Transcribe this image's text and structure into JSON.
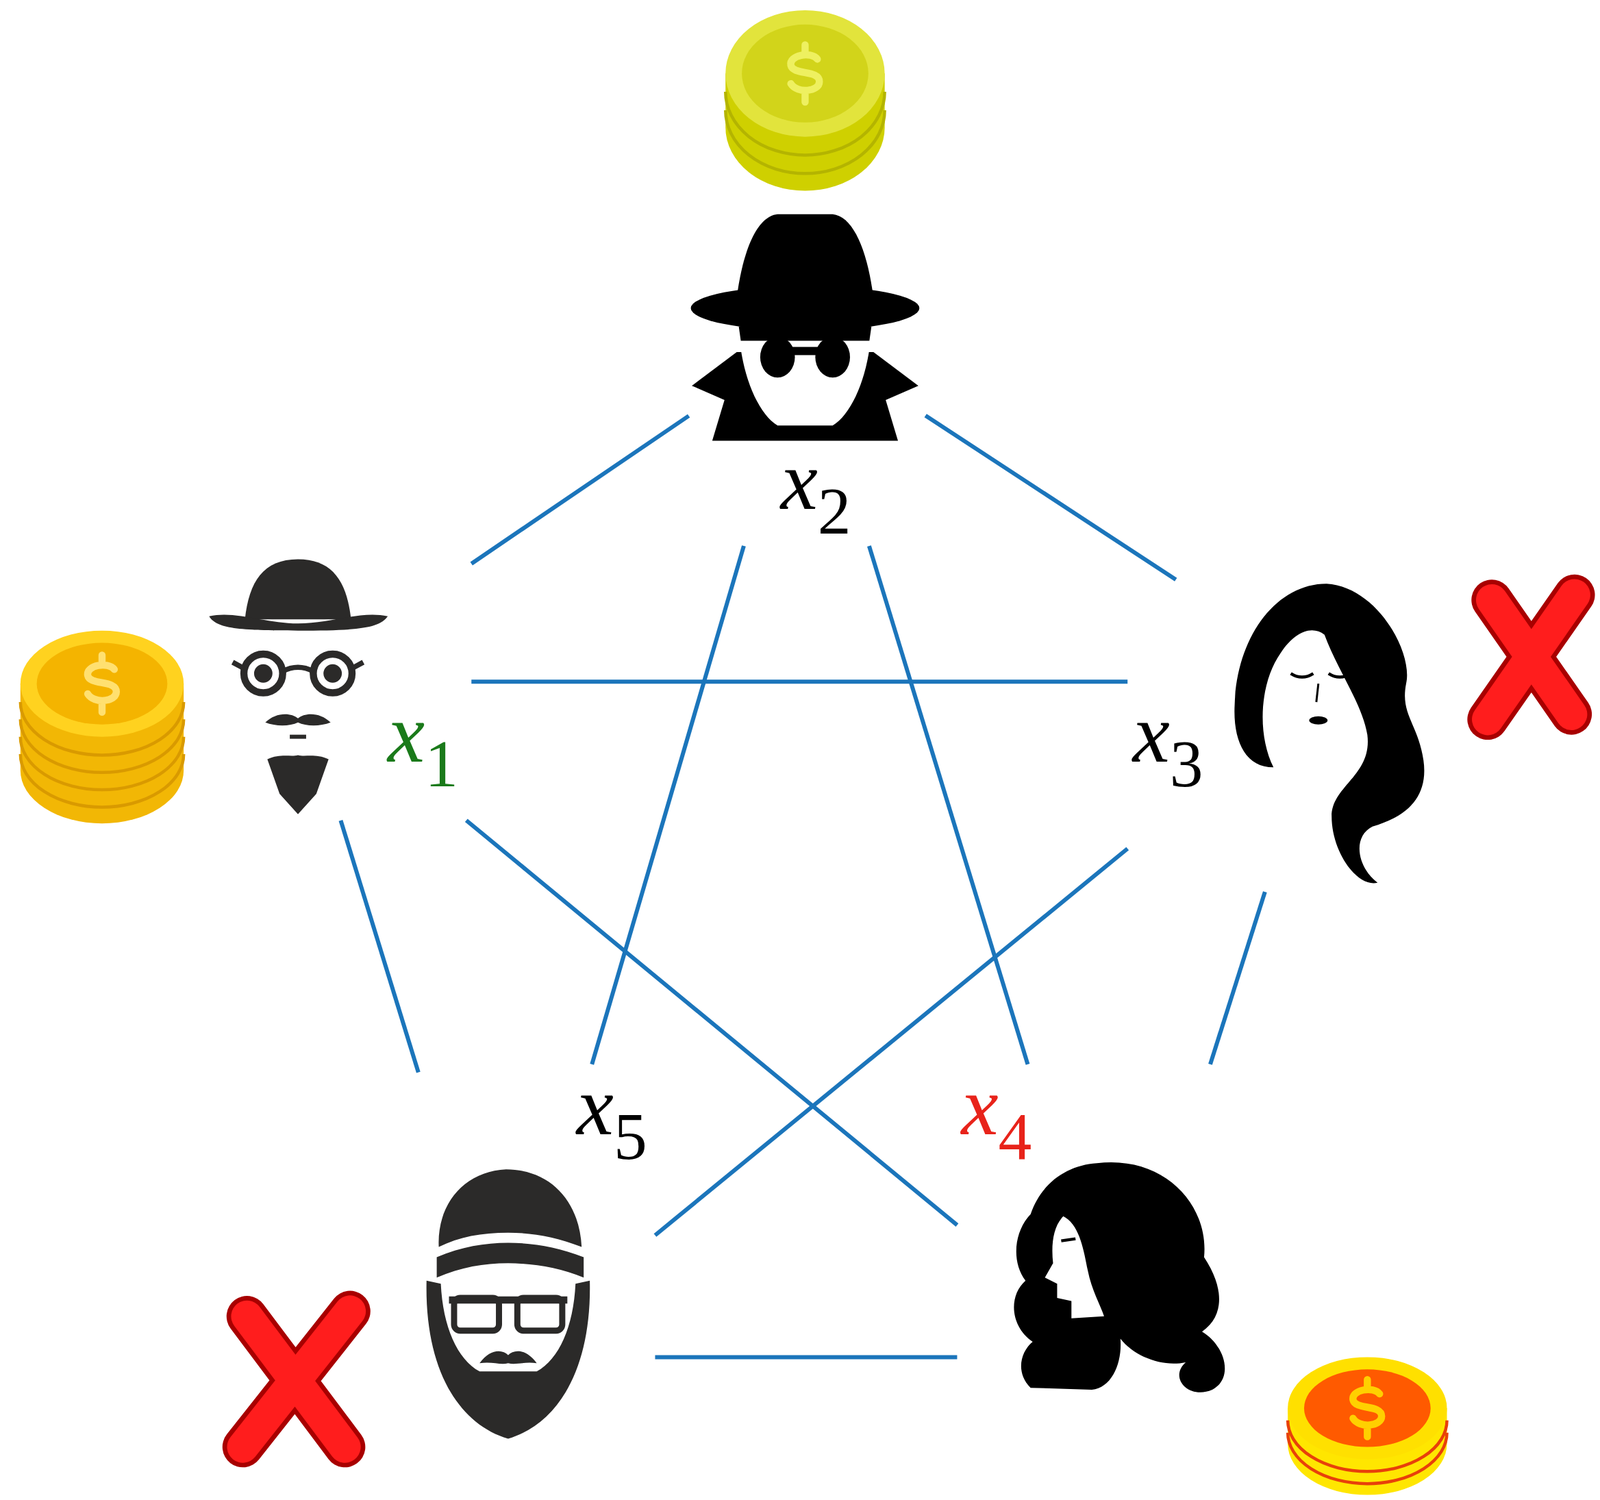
{
  "diagram": {
    "nodes": [
      {
        "text": [
          "x1"
        ]
      },
      {
        "text": [
          "x2"
        ]
      },
      {
        "text": [
          "x3"
        ]
      },
      {
        "text": [
          "x4"
        ]
      },
      {
        "text": [
          "x5"
        ]
      }
    ],
    "edges": [
      {
        "from": 0,
        "to": 1,
        "arrow": "none"
      },
      {
        "from": 0,
        "to": 2,
        "arrow": "none"
      },
      {
        "from": 0,
        "to": 3,
        "arrow": "none"
      },
      {
        "from": 0,
        "to": 4,
        "arrow": "none"
      },
      {
        "from": 1,
        "to": 2,
        "arrow": "none"
      },
      {
        "from": 1,
        "to": 3,
        "arrow": "none"
      },
      {
        "from": 1,
        "to": 4,
        "arrow": "none"
      },
      {
        "from": 2,
        "to": 3,
        "arrow": "none"
      },
      {
        "from": 2,
        "to": 4,
        "arrow": "none"
      },
      {
        "from": 3,
        "to": 4,
        "arrow": "none"
      }
    ]
  }
}
